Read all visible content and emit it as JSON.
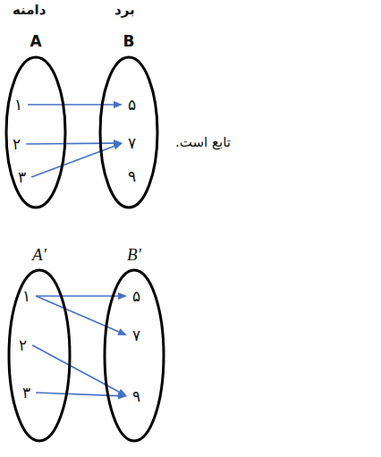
{
  "diagram": {
    "nodes": [
      {
        "text": [
          "A"
        ]
      },
      {
        "text": [
          "۱"
        ],
        "in": 0
      },
      {
        "text": [
          "۲"
        ],
        "in": 0
      },
      {
        "text": [
          "۳"
        ],
        "in": 0
      },
      {
        "text": [
          "B"
        ]
      },
      {
        "text": [
          "۵"
        ],
        "in": 4
      },
      {
        "text": [
          "۷"
        ],
        "in": 4
      },
      {
        "text": [
          "۹"
        ],
        "in": 4
      },
      {
        "text": [
          "A′"
        ]
      },
      {
        "text": [
          "۱"
        ],
        "in": 8
      },
      {
        "text": [
          "۲"
        ],
        "in": 8
      },
      {
        "text": [
          "۳"
        ],
        "in": 8
      },
      {
        "text": [
          "B′"
        ]
      },
      {
        "text": [
          "۵"
        ],
        "in": 12
      },
      {
        "text": [
          "۷"
        ],
        "in": 12
      },
      {
        "text": [
          "۹"
        ],
        "in": 12
      }
    ],
    "edges": [
      {
        "from": 1,
        "to": 5,
        "arrow": "to"
      },
      {
        "from": 2,
        "to": 6,
        "arrow": "to"
      },
      {
        "from": 3,
        "to": 6,
        "arrow": "to"
      },
      {
        "from": 9,
        "to": 13,
        "arrow": "to"
      },
      {
        "from": 9,
        "to": 14,
        "arrow": "to"
      },
      {
        "from": 10,
        "to": 15,
        "arrow": "to"
      },
      {
        "from": 11,
        "to": 15,
        "arrow": "to"
      }
    ],
    "labels": [
      "دامنه",
      "برد",
      "تابع است."
    ]
  }
}
